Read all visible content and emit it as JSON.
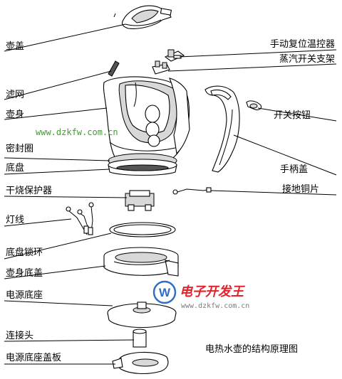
{
  "labels": {
    "lid": "壶盖",
    "filter": "滤网",
    "body": "壶身",
    "seal_ring": "密封圈",
    "base_plate": "底盘",
    "dry_boil_protector": "干烧保护器",
    "lamp_wire": "灯线",
    "base_lock_ring": "底盘锁环",
    "body_bottom_cover": "壶身底盖",
    "power_base": "电源底座",
    "connector": "连接头",
    "power_base_cover": "电源底座盖板",
    "thermostat": "手动复位温控器",
    "steam_switch_bracket": "蒸汽开关支架",
    "switch_button": "开关按钮",
    "handle_cover": "手柄盖",
    "ground_copper": "接地铜片"
  },
  "watermark_url": "www.dzkfw.com.cn",
  "caption": "电热水壶的结构原理图",
  "logo": {
    "letter": "W",
    "title": "电子开发王",
    "url": "www.dzkfw.com.cn"
  },
  "colors": {
    "watermark": "#3f9e2f",
    "logo_red": "#e6212a",
    "logo_blue": "#2f6fc4"
  }
}
